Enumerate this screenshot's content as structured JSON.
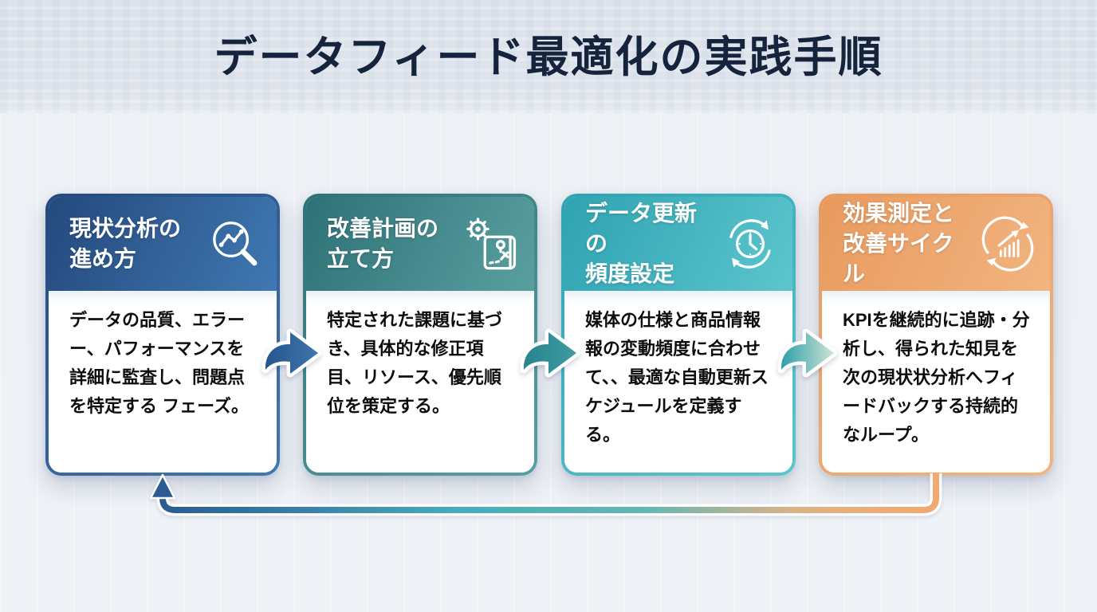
{
  "page": {
    "title": "データフィード最適化の実践手順"
  },
  "steps": [
    {
      "title": "現状分析の\n進め方",
      "body": "データの品質、エラーー、パフォーマンスを詳細に監査し、問題点を特定する フェーズ。",
      "icon": "magnifier-chart-icon",
      "accent_from": "#24497d",
      "accent_to": "#4078b2"
    },
    {
      "title": "改善計画の\n立て方",
      "body": "特定された課題に基づき、具体的な修正項目、リソース、優先順位を策定する。",
      "icon": "gear-map-icon",
      "accent_from": "#2e7277",
      "accent_to": "#5a9fa0"
    },
    {
      "title": "データ更新の\n頻度設定",
      "body": "媒体の仕様と商品情報報の変動頻度に合わせて、、最適な自動更新スケジュールを定義する。",
      "icon": "clock-refresh-icon",
      "accent_from": "#2fa3b2",
      "accent_to": "#5cc5cd"
    },
    {
      "title": "効果測定と\n改善サイクル",
      "body": "KPIを継続的に追跡・分析し、得られた知見を次の現状状分析へフィードバックする持続的なループ。",
      "icon": "growth-cycle-icon",
      "accent_from": "#e89a5e",
      "accent_to": "#f2b480"
    }
  ],
  "flow": {
    "forward_arrow_icon": "curved-right-arrow-icon",
    "loop_arrow_icon": "loop-back-arrow-icon"
  },
  "colors": {
    "title_text": "#16233c",
    "body_text": "#0d0d0d",
    "flow_blue": "#2b5b92",
    "flow_teal": "#4aabb8",
    "flow_orange": "#f0a96e",
    "header_strip_bg": "#dfe3eb",
    "page_bg": "#eef1f5"
  }
}
